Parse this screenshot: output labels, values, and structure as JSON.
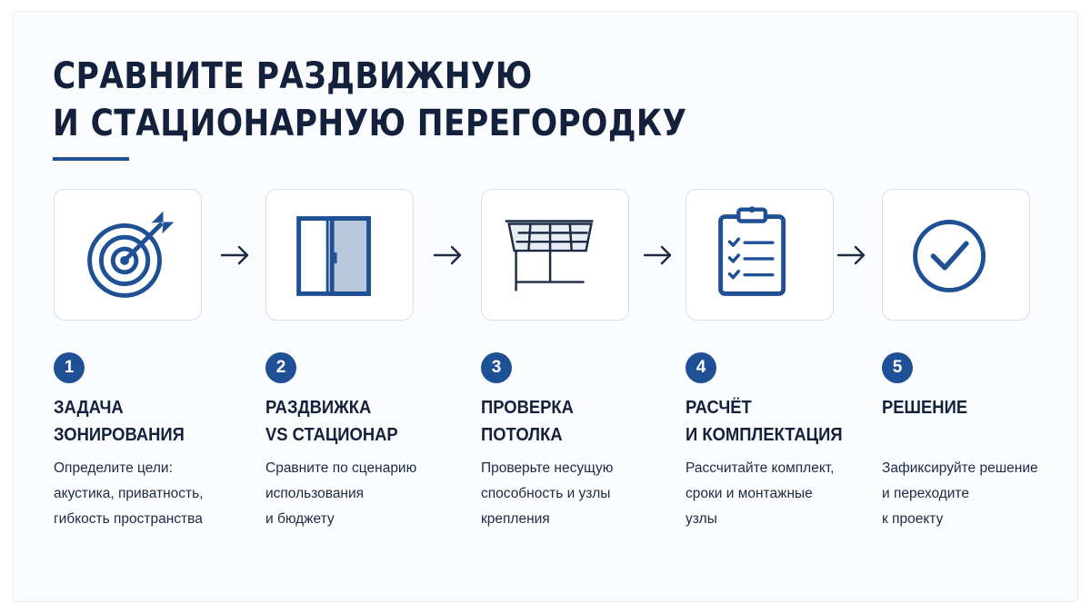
{
  "title": {
    "line1": "СРАВНИТЕ РАЗДВИЖНУЮ",
    "line2": "И СТАЦИОНАРНУЮ ПЕРЕГОРОДКУ"
  },
  "colors": {
    "accent": "#1f4f94",
    "text": "#14213d",
    "card_border": "#d7dde7"
  },
  "steps": [
    {
      "number": "1",
      "icon": "target-icon",
      "title": [
        "ЗАДАЧА",
        "ЗОНИРОВАНИЯ"
      ],
      "desc": [
        "Определите цели:",
        "акустика, приватность,",
        "гибкость пространства"
      ]
    },
    {
      "number": "2",
      "icon": "sliding-door-icon",
      "title": [
        "РАЗДВИЖКА",
        "VS СТАЦИОНАР"
      ],
      "desc": [
        "Сравните по сценарию",
        "использования",
        "и бюджету"
      ]
    },
    {
      "number": "3",
      "icon": "ceiling-structure-icon",
      "title": [
        "ПРОВЕРКА",
        "ПОТОЛКА"
      ],
      "desc": [
        "Проверьте несущую",
        "способность и узлы",
        "крепления"
      ]
    },
    {
      "number": "4",
      "icon": "clipboard-checklist-icon",
      "title": [
        "РАСЧЁТ",
        "И КОМПЛЕКТАЦИЯ"
      ],
      "desc": [
        "Рассчитайте комплект,",
        "сроки и монтажные",
        "узлы"
      ]
    },
    {
      "number": "5",
      "icon": "check-circle-icon",
      "title": [
        "РЕШЕНИЕ"
      ],
      "desc": [
        "Зафиксируйте решение",
        "и переходите",
        "к проекту"
      ]
    }
  ]
}
